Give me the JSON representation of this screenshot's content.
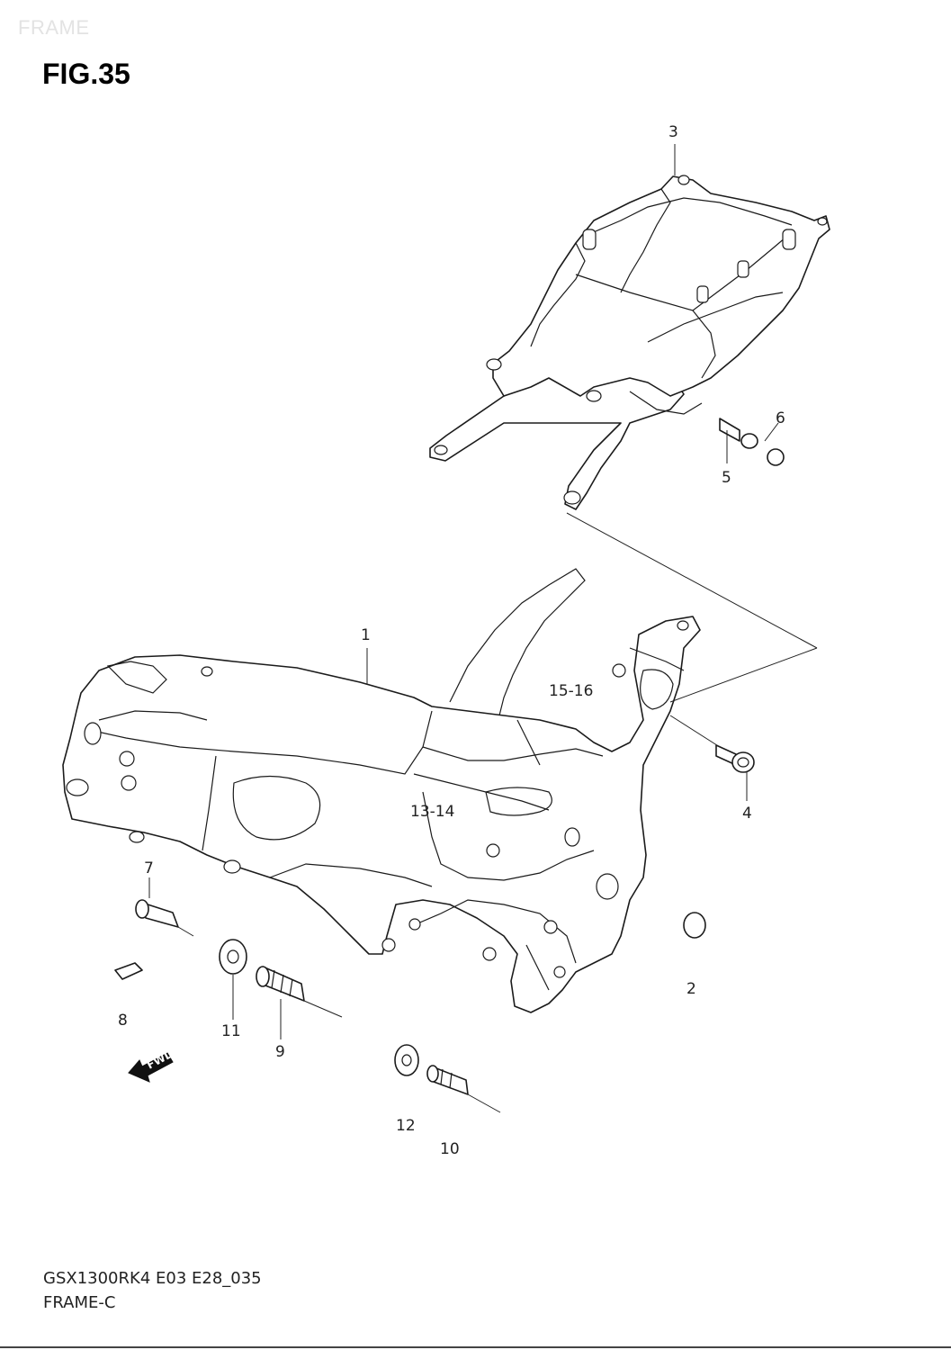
{
  "header": {
    "section_label": "FRAME",
    "figure_title": "FIG.35"
  },
  "callouts": {
    "c1": "1",
    "c2": "2",
    "c3": "3",
    "c4": "4",
    "c5": "5",
    "c6": "6",
    "c7": "7",
    "c8": "8",
    "c9": "9",
    "c10": "10",
    "c11": "11",
    "c12": "12",
    "c13_14": "13-14",
    "c15_16": "15-16"
  },
  "forward_arrow": {
    "label": "FWD"
  },
  "footer": {
    "model_code": "GSX1300RK4 E03 E28_035",
    "diagram_name": "FRAME-C"
  }
}
